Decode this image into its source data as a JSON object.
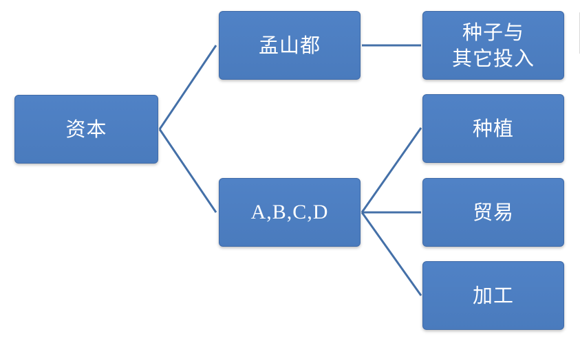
{
  "diagram": {
    "nodes": {
      "capital": "资本",
      "mengshandu": "孟山都",
      "abcd": "A,B,C,D",
      "seeds": "种子与\n其它投入",
      "planting": "种植",
      "trade": "贸易",
      "processing": "加工"
    },
    "edges": [
      [
        "capital",
        "mengshandu"
      ],
      [
        "capital",
        "abcd"
      ],
      [
        "mengshandu",
        "seeds"
      ],
      [
        "abcd",
        "planting"
      ],
      [
        "abcd",
        "trade"
      ],
      [
        "abcd",
        "processing"
      ]
    ],
    "colors": {
      "node_fill": "#4f81c2",
      "node_border": "#3f6aa7",
      "connector": "#4470a8",
      "text": "#ffffff"
    }
  }
}
